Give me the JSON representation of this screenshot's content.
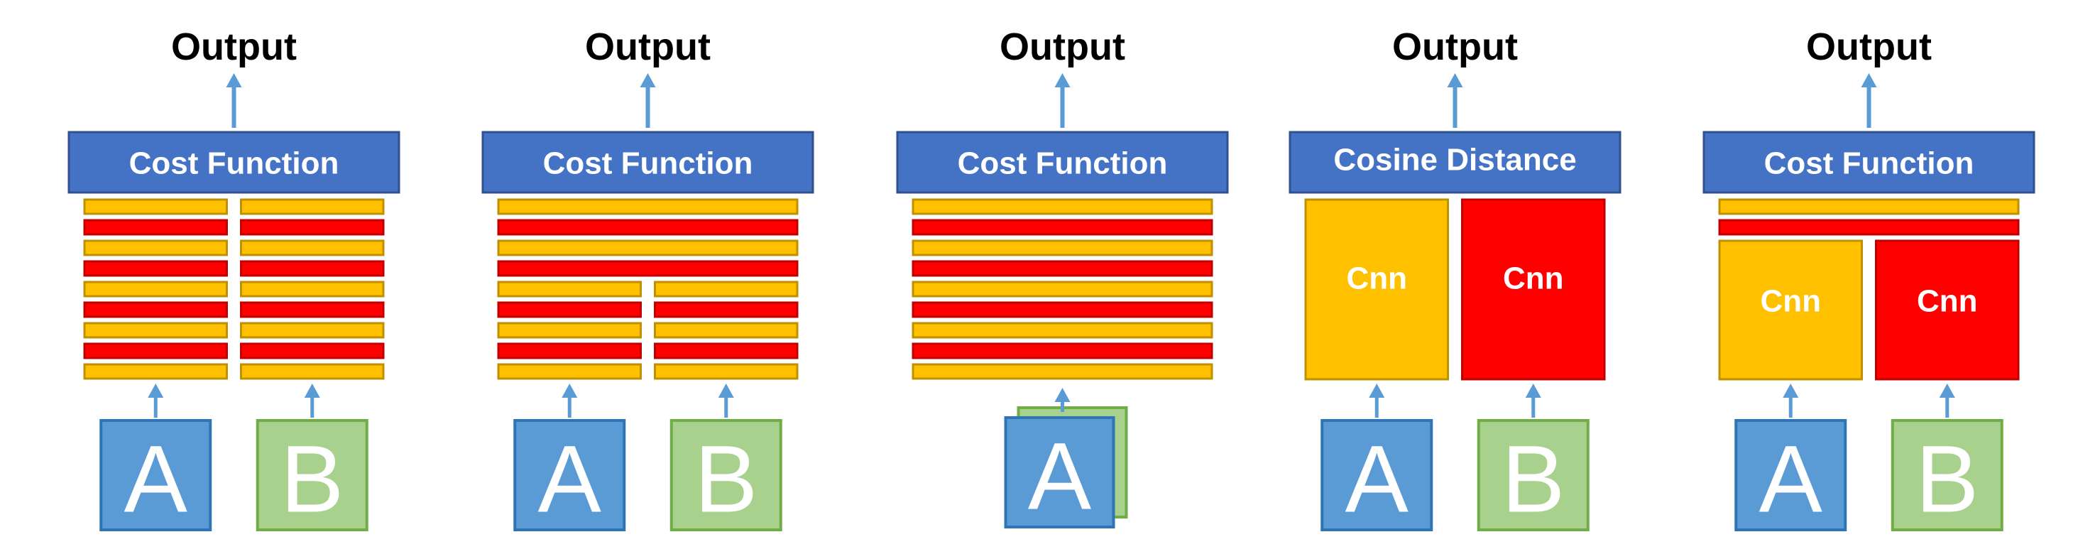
{
  "colors": {
    "header": "#4472C4",
    "header_border": "#2F528F",
    "arrow": "#5B9BD5",
    "layer_yellow": "#FFC000",
    "layer_yellow_border": "#BF9000",
    "layer_red": "#FF0000",
    "layer_red_border": "#C00000",
    "input_a": "#5B9BD5",
    "input_a_border": "#2E75B6",
    "input_b": "#A9D18E",
    "input_b_border": "#70AD47"
  },
  "panels": [
    {
      "output": "Output",
      "head": "Cost Function",
      "inputs": [
        {
          "label": "A",
          "color": "input_a"
        },
        {
          "label": "B",
          "color": "input_b"
        }
      ]
    },
    {
      "output": "Output",
      "head": "Cost Function",
      "inputs": [
        {
          "label": "A",
          "color": "input_a"
        },
        {
          "label": "B",
          "color": "input_b"
        }
      ]
    },
    {
      "output": "Output",
      "head": "Cost Function",
      "inputs": [
        {
          "label": "A",
          "color": "input_a"
        }
      ]
    },
    {
      "output": "Output",
      "head": "Cosine Distance",
      "cnn_labels": [
        "Cnn",
        "Cnn"
      ],
      "inputs": [
        {
          "label": "A",
          "color": "input_a"
        },
        {
          "label": "B",
          "color": "input_b"
        }
      ]
    },
    {
      "output": "Output",
      "head": "Cost Function",
      "cnn_labels": [
        "Cnn",
        "Cnn"
      ],
      "inputs": [
        {
          "label": "A",
          "color": "input_a"
        },
        {
          "label": "B",
          "color": "input_b"
        }
      ]
    }
  ]
}
